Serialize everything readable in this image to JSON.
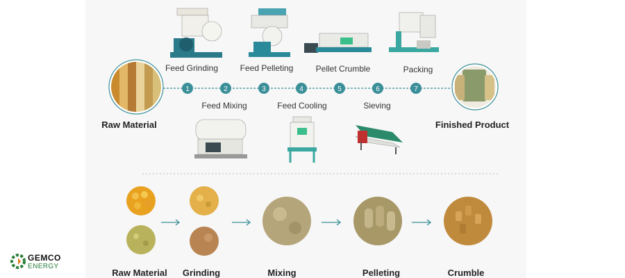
{
  "process": {
    "source": "Raw Material",
    "result": "Finished Product",
    "steps": [
      {
        "num": "1",
        "name": "Feed Grinding"
      },
      {
        "num": "2",
        "name": "Feed Mixing"
      },
      {
        "num": "3",
        "name": "Feed Pelleting"
      },
      {
        "num": "4",
        "name": "Feed Cooling"
      },
      {
        "num": "5",
        "name": "Pellet Crumble"
      },
      {
        "num": "6",
        "name": "Sieving"
      },
      {
        "num": "7",
        "name": "Packing"
      }
    ]
  },
  "material_flow": {
    "stages": [
      "Raw Material",
      "Grinding",
      "Mixing",
      "Pelleting",
      "Crumble"
    ]
  },
  "brand": {
    "name": "GEMCO",
    "sub": "ENERGY"
  },
  "colors": {
    "accent": "#3a8f98",
    "brand_green": "#2a7f3a",
    "brand_orange": "#e07b1a"
  }
}
